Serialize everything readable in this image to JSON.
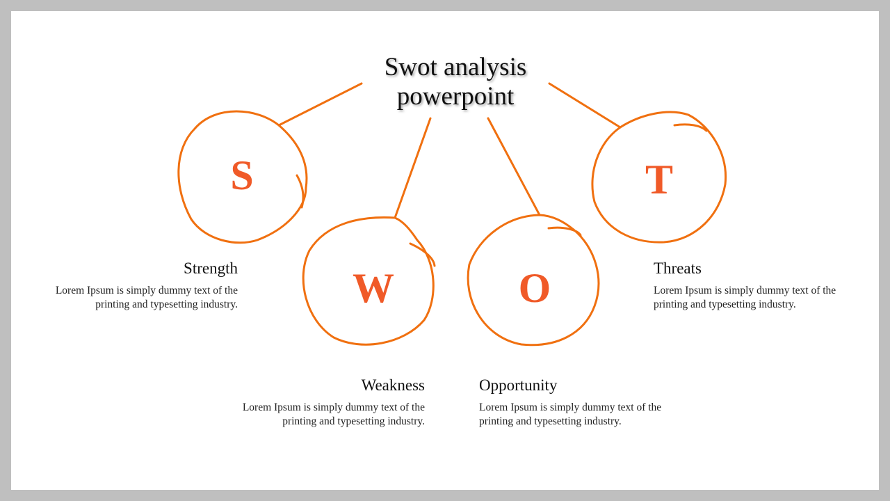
{
  "title": "Swot analysis powerpoint",
  "accent_color": "#f07010",
  "letter_color": "#f05a28",
  "items": [
    {
      "letter": "S",
      "heading": "Strength",
      "body": "Lorem Ipsum is simply dummy text of the printing and typesetting industry."
    },
    {
      "letter": "W",
      "heading": "Weakness",
      "body": "Lorem Ipsum is simply dummy text of the printing and typesetting industry."
    },
    {
      "letter": "O",
      "heading": "Opportunity",
      "body": "Lorem Ipsum is simply dummy text of the printing and typesetting industry."
    },
    {
      "letter": "T",
      "heading": "Threats",
      "body": "Lorem Ipsum is simply dummy text of the printing and typesetting industry."
    }
  ]
}
